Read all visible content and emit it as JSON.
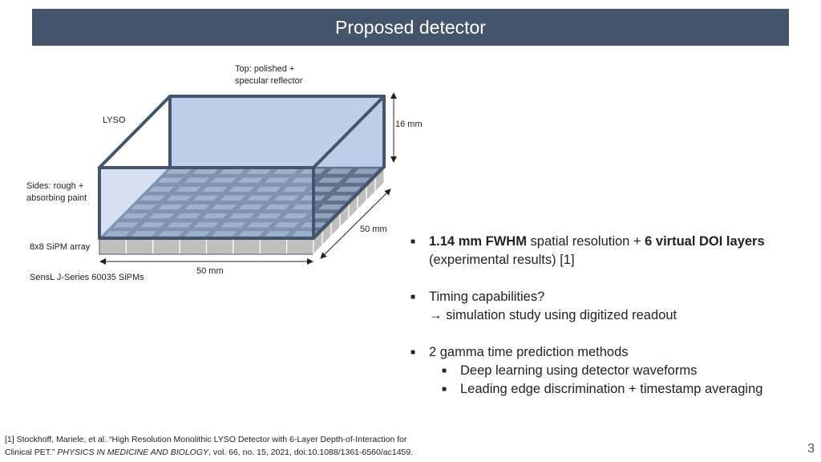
{
  "title": "Proposed detector",
  "labels": {
    "top_line1": "Top: polished +",
    "top_line2": "specular reflector",
    "lyso": "LYSO",
    "height": "16 mm",
    "sides_line1": "Sides: rough +",
    "sides_line2": "absorbing paint",
    "depth": "50 mm",
    "sipm_array": "8x8 SiPM array",
    "width": "50 mm",
    "sensl": "SensL J-Series 60035 SiPMs"
  },
  "colors": {
    "title_bg": "#44546a",
    "crystal_fill": "#b4c7e7",
    "frame": "#44546a",
    "sipm_fill": "#bfbfbf",
    "sipm_top": "#8497b0"
  },
  "bullets": {
    "b1_bold1": "1.14 mm FWHM",
    "b1_text1": " spatial resolution + ",
    "b1_bold2": "6 virtual DOI layers",
    "b1_line2": "(experimental results) [1]",
    "b2_line1": "Timing capabilities?",
    "b2_arrow": "→",
    "b2_line2": " simulation study using digitized readout",
    "b3_line1": "2 gamma time prediction methods",
    "b3_sub1": "Deep learning using detector waveforms",
    "b3_sub2": "Leading edge discrimination + timestamp averaging",
    "marker": "■"
  },
  "footnote": {
    "part1": "[1] Stockhoff, Mariele, et al. “High Resolution Monolithic LYSO Detector with 6-Layer Depth-of-Interaction for",
    "part2": "Clinical PET.” ",
    "journal": "PHYSICS IN MEDICINE AND BIOLOGY",
    "part3": ", vol. 66, no. 15, 2021, doi:10.1088/1361-6560/ac1459."
  },
  "page_number": "3"
}
